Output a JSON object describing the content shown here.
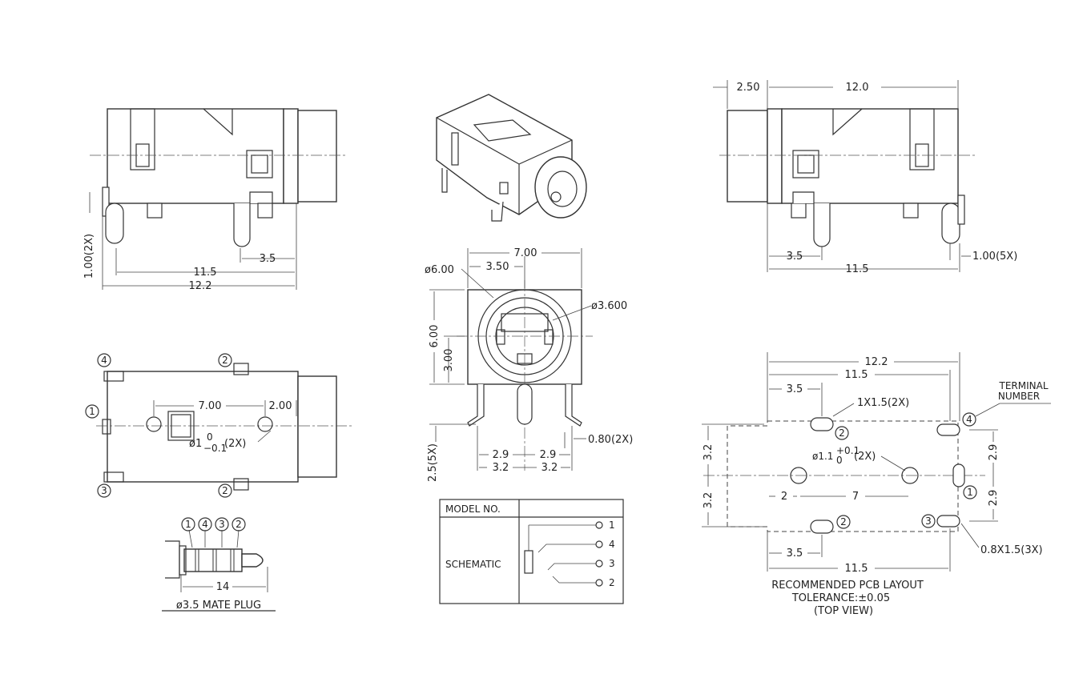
{
  "views": {
    "side_left": {
      "dims": {
        "d1": "1.00(2X)",
        "d2": "3.5",
        "d3": "11.5",
        "d4": "12.2"
      }
    },
    "side_right": {
      "dims": {
        "d1": "2.50",
        "d2": "12.0",
        "d3": "3.5",
        "d4": "11.5",
        "d5": "1.00(5X)"
      }
    },
    "top_view": {
      "dims": {
        "d1": "7.00",
        "d2": "2.00",
        "d3": "ø1",
        "d3_sup": "0",
        "d3_sub": "−0.1",
        "d3_tail": "(2X)"
      },
      "terminals": [
        "1",
        "2",
        "3",
        "4"
      ]
    },
    "front_view": {
      "dims": {
        "d1": "7.00",
        "d2": "ø6.00",
        "d3": "3.50",
        "d4": "ø3.600",
        "d5": "6.00",
        "d6": "3.00",
        "d7": "0.80(2X)",
        "d8": "2.5(5X)",
        "d9": "2.9",
        "d10": "2.9",
        "d11": "3.2",
        "d12": "3.2"
      }
    },
    "plug": {
      "terminals": [
        "1",
        "4",
        "3",
        "2"
      ],
      "dim": "14",
      "caption": "ø3.5 MATE PLUG"
    },
    "schematic": {
      "model_label": "MODEL NO.",
      "model_value": "",
      "schematic_label": "SCHEMATIC",
      "pins": [
        "1",
        "4",
        "3",
        "2"
      ]
    },
    "pcb_layout": {
      "dims": {
        "d1": "12.2",
        "d2": "11.5",
        "d3": "3.5",
        "d4": "1X1.5(2X)",
        "d5": "3.2",
        "d6": "3.2",
        "d7": "2.9",
        "d8": "2.9",
        "d9": "ø1.1",
        "d9_sup": "+0.1",
        "d9_sub": "0",
        "d9_tail": "(2X)",
        "d10": "2",
        "d11": "7",
        "d12": "3.5",
        "d13": "11.5",
        "d14": "0.8X1.5(3X)"
      },
      "terminal_label_1": "TERMINAL",
      "terminal_label_2": "NUMBER",
      "terminals": [
        "1",
        "2",
        "2",
        "3",
        "4"
      ],
      "title": "RECOMMENDED PCB LAYOUT",
      "tolerance": "TOLERANCE:±0.05",
      "view": "(TOP VIEW)"
    }
  }
}
